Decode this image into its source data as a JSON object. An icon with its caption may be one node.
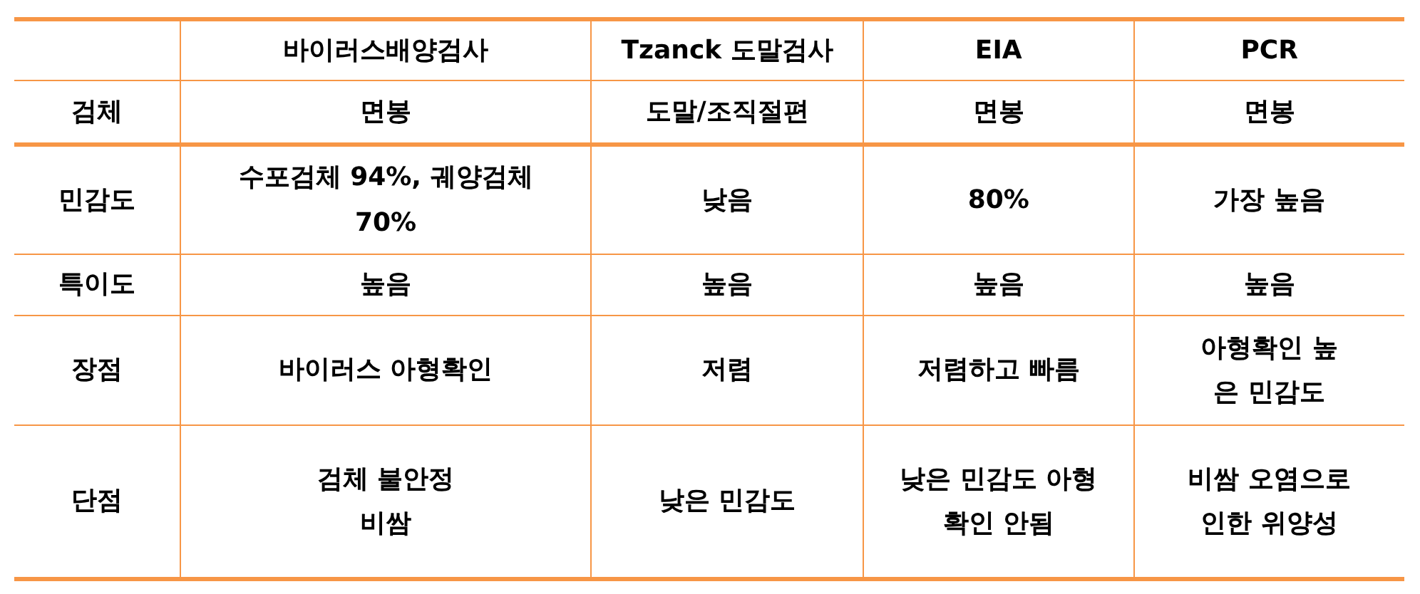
{
  "diagram": {
    "labels": [
      "바이러스배양검사",
      "Tzanck 도말검사",
      "EIA",
      "PCR",
      "검체",
      "면봉",
      "도말/조직절편",
      "면봉",
      "면봉",
      "민감도",
      "수포검체 94%, 궤양검체 70%",
      "낮음",
      "80%",
      "가장 높음",
      "특이도",
      "높음",
      "높음",
      "높음",
      "높음",
      "장점",
      "바이러스 아형확인",
      "저렴",
      "저렴하고 빠름",
      "아형확인 높은 민감도",
      "단점",
      "검체 불안정 비쌈",
      "낮은 민감도",
      "낮은 민감도 아형확인 안됨",
      "비쌈 오염으로 인한 위양성"
    ]
  }
}
